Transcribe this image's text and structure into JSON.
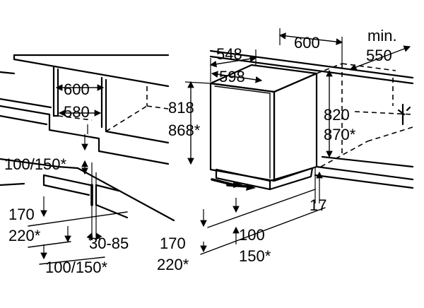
{
  "left_view": {
    "width_outer": "600",
    "width_inner": "580",
    "height_top": "100/150*",
    "plinth_height_1": "170",
    "plinth_height_2": "220*",
    "plinth_depth": "30-85",
    "bottom_dim": "100/150*"
  },
  "right_view": {
    "depth_1": "548",
    "depth_2": "598",
    "width": "600",
    "min_label": "min.",
    "min_value": "550",
    "height_1": "818",
    "height_2": "868*",
    "niche_height_1": "820",
    "niche_height_2": "870*",
    "toe_gap": "17",
    "plinth_height_1": "170",
    "plinth_height_2": "220*",
    "vent_1": "100",
    "vent_2": "150*"
  }
}
